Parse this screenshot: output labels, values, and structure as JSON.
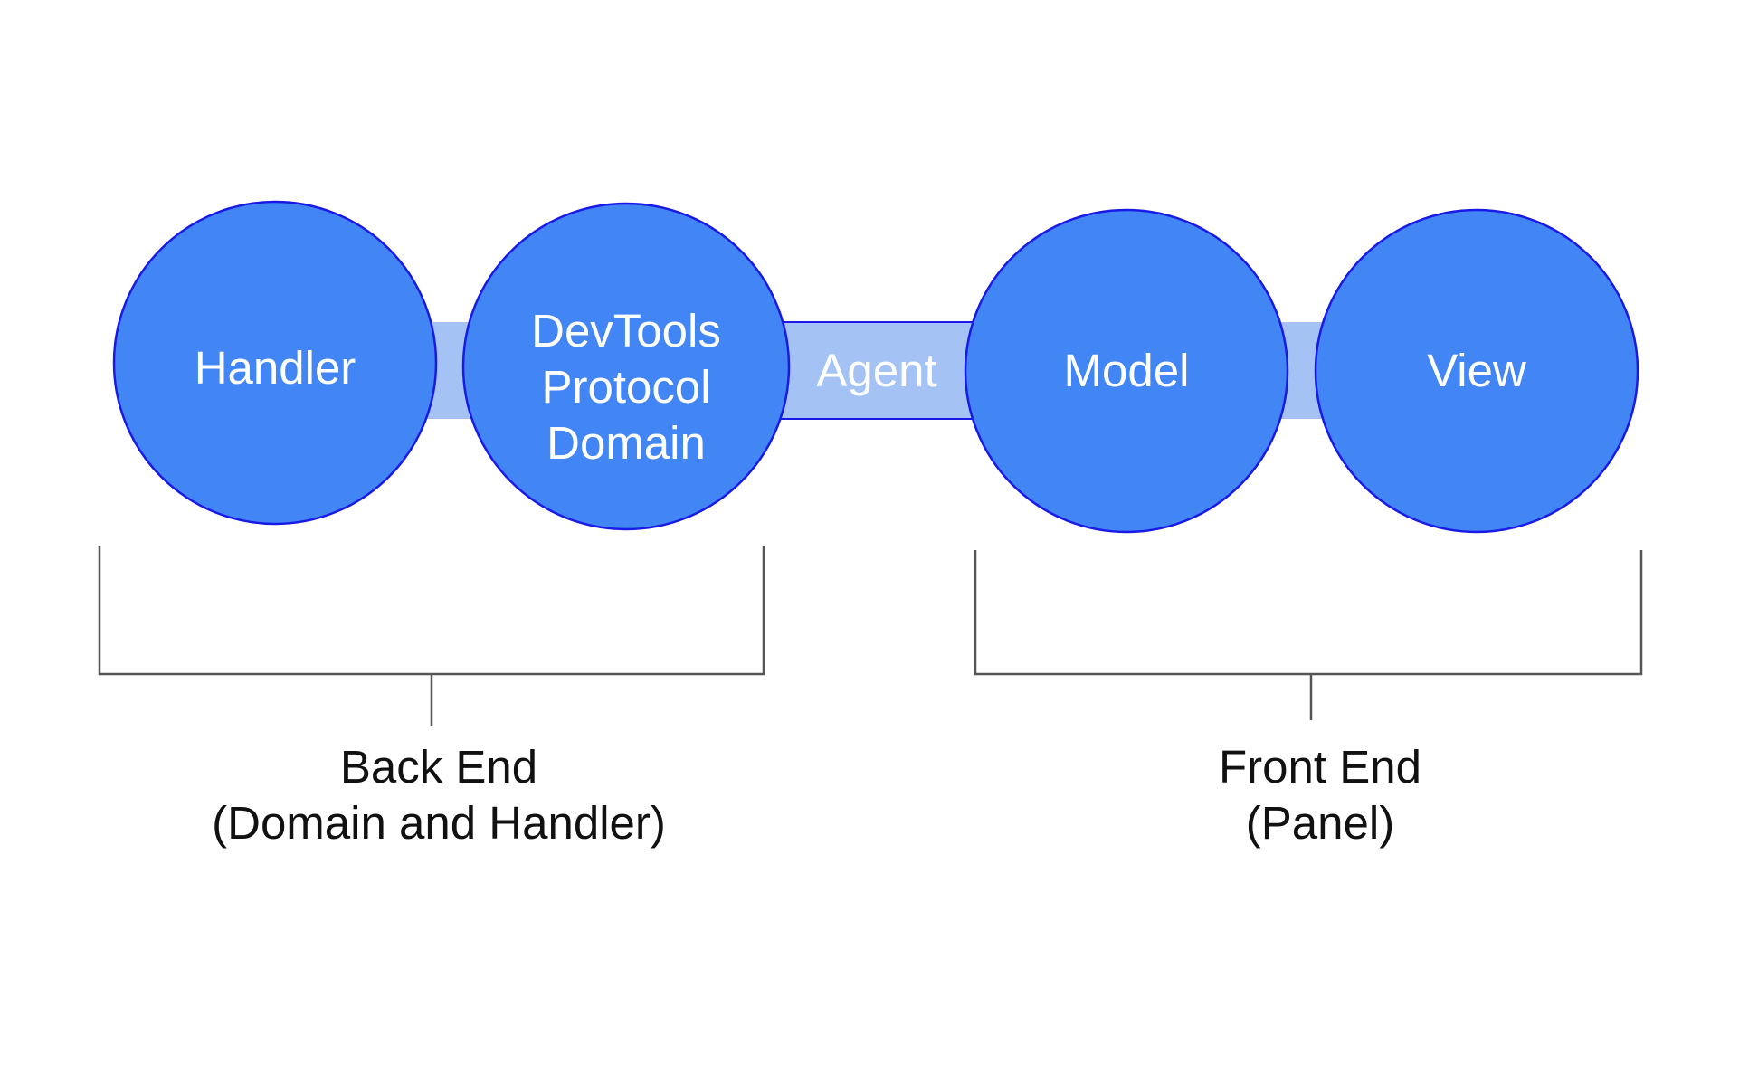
{
  "colors": {
    "node_fill": "#4285f4",
    "node_stroke": "#1a1ae6",
    "connector_fill": "#a4c2f4",
    "connector_stroke": "#1a1ae6",
    "bracket_stroke": "#555555",
    "text_dark": "#111111",
    "text_light": "#ffffff",
    "background": "#ffffff"
  },
  "nodes": {
    "handler": {
      "lines": [
        "Handler"
      ]
    },
    "protocol_domain": {
      "lines": [
        "DevTools",
        "Protocol",
        "Domain"
      ]
    },
    "model": {
      "lines": [
        "Model"
      ]
    },
    "view": {
      "lines": [
        "View"
      ]
    }
  },
  "connectors": {
    "agent": {
      "label": "Agent"
    }
  },
  "groups": {
    "back_end": {
      "lines": [
        "Back End",
        "(Domain and Handler)"
      ]
    },
    "front_end": {
      "lines": [
        "Front End",
        "(Panel)"
      ]
    }
  }
}
